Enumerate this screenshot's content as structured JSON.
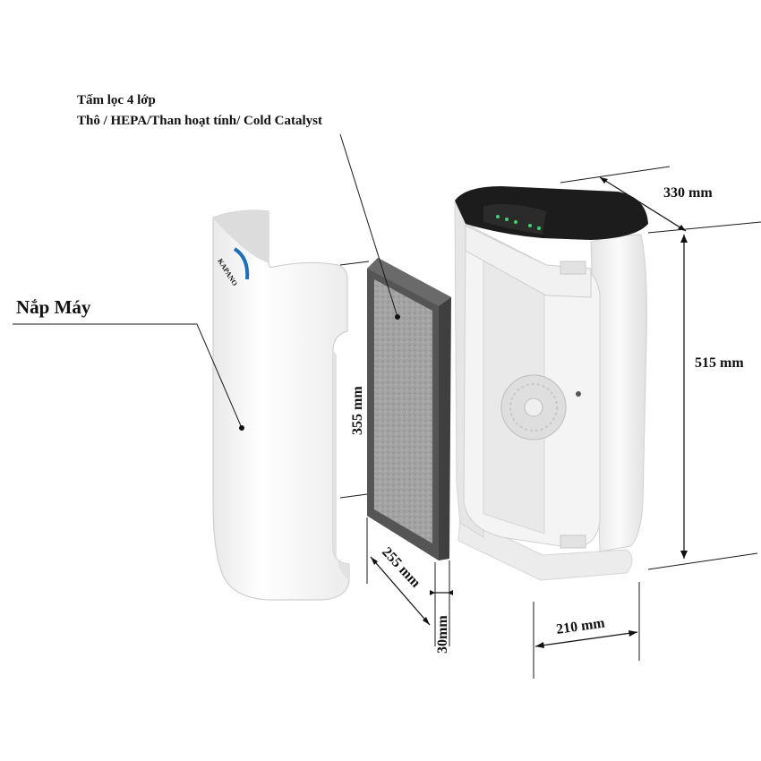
{
  "filter_label": {
    "line1": "Tấm lọc 4 lớp",
    "line2": "Thô / HEPA/Than hoạt tính/ Cold Catalyst"
  },
  "cover_label": "Nắp Máy",
  "brand": "KAPANO",
  "dimensions": {
    "filter_height": "355 mm",
    "filter_width": "255 mm",
    "filter_depth": "30mm",
    "unit_depth": "330 mm",
    "unit_height": "515 mm",
    "unit_width": "210 mm"
  },
  "colors": {
    "body_white": "#f7f7f7",
    "shadow_grey": "#dcdcdc",
    "filter_frame": "#4b4b4b",
    "filter_media": "#9a9a9a",
    "top_panel": "#1c1c1c",
    "brand_blue": "#1e6fb8"
  }
}
